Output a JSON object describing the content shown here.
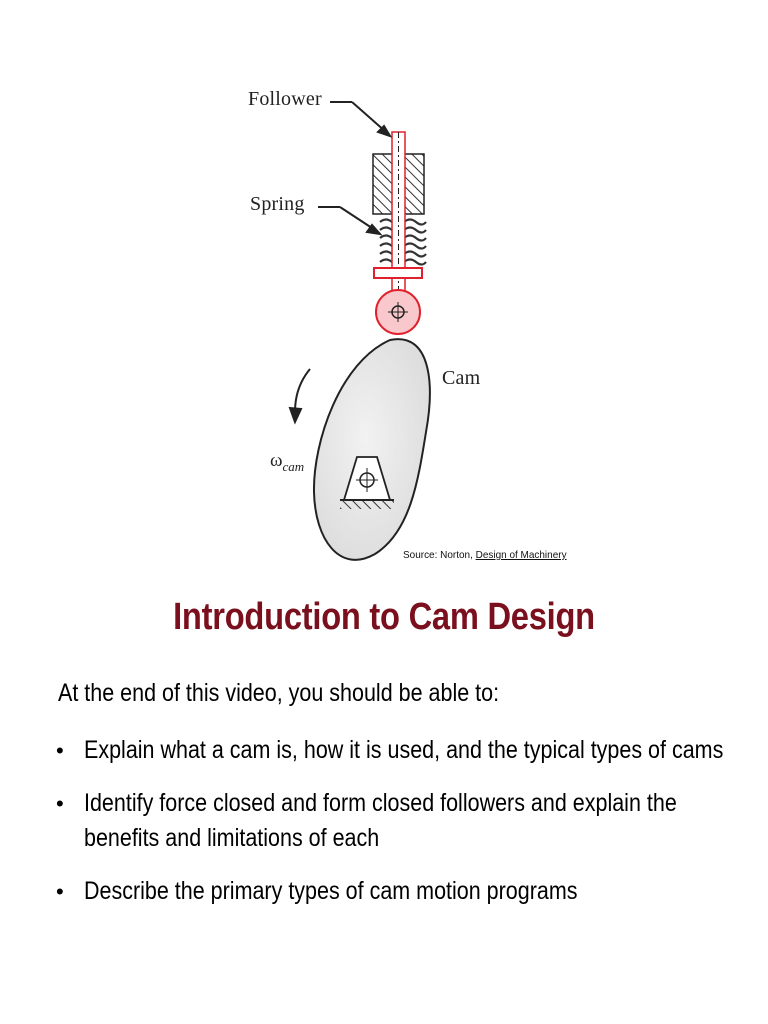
{
  "figure": {
    "labels": {
      "follower": "Follower",
      "spring": "Spring",
      "cam": "Cam",
      "omega_symbol": "ω",
      "omega_subscript": "cam"
    },
    "source_prefix": "Source: Norton, ",
    "source_book": "Design of Machinery",
    "colors": {
      "roller_accent": "#e0202c",
      "cam_fill": "#e6e6e6",
      "hatch": "#333333"
    }
  },
  "title": "Introduction to Cam Design",
  "intro": "At the end of this video, you should be able to:",
  "bullets": [
    "Explain what a cam is, how it is used, and the typical types of cams",
    "Identify force closed and form closed followers and explain the benefits and limitations of each",
    "Describe the primary types of cam motion programs"
  ],
  "bullet_symbol": "•",
  "colors": {
    "title": "#7a0f1d"
  }
}
